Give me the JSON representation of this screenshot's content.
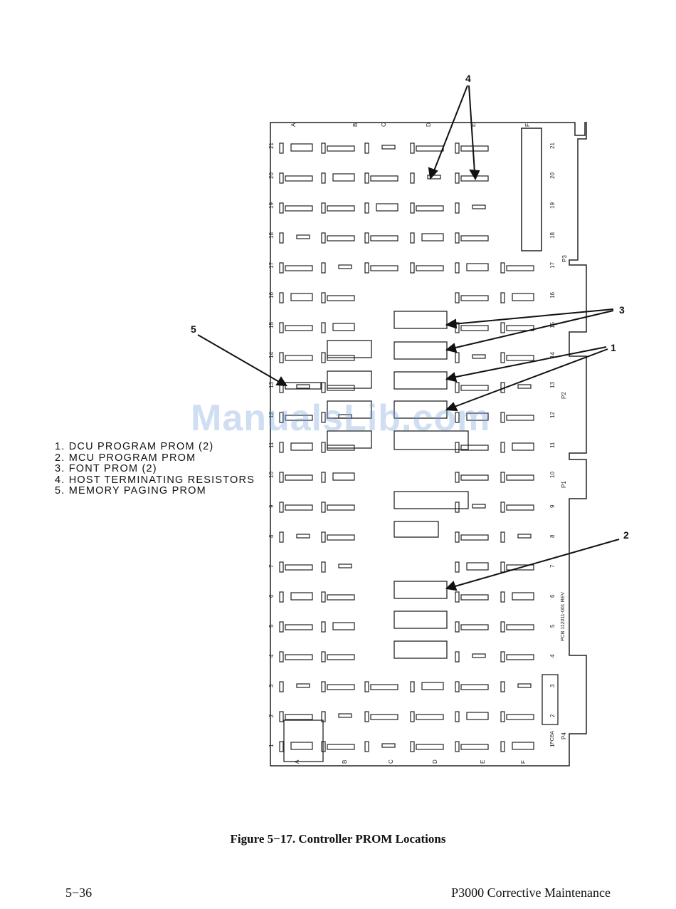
{
  "legend": [
    "1.  DCU PROGRAM PROM (2)",
    "2.  MCU PROGRAM PROM",
    "3.  FONT PROM (2)",
    "4.  HOST TERMINATING RESISTORS",
    "5.  MEMORY PAGING PROM"
  ],
  "callouts": {
    "c1": "1",
    "c2": "2",
    "c3": "3",
    "c4": "4",
    "c5": "5"
  },
  "board": {
    "columns_top": [
      "A",
      "B",
      "C",
      "D",
      "E",
      "F"
    ],
    "columns_bottom": [
      "A",
      "B",
      "C",
      "D",
      "E",
      "F"
    ],
    "rows": [
      "21",
      "20",
      "19",
      "18",
      "17",
      "16",
      "15",
      "14",
      "13",
      "12",
      "11",
      "10",
      "9",
      "8",
      "7",
      "6",
      "5",
      "4",
      "3",
      "2",
      "1"
    ],
    "connectors": {
      "p1": "P1",
      "p2": "P2",
      "p3": "P3",
      "p4": "P4"
    },
    "pcb_label": "PCB 112011-001 REV",
    "assy_label": "PCBA"
  },
  "watermark": "ManualsLib.com",
  "caption": "Figure 5−17. Controller PROM Locations",
  "footer": {
    "page_number": "5−36",
    "section": "P3000 Corrective Maintenance"
  }
}
